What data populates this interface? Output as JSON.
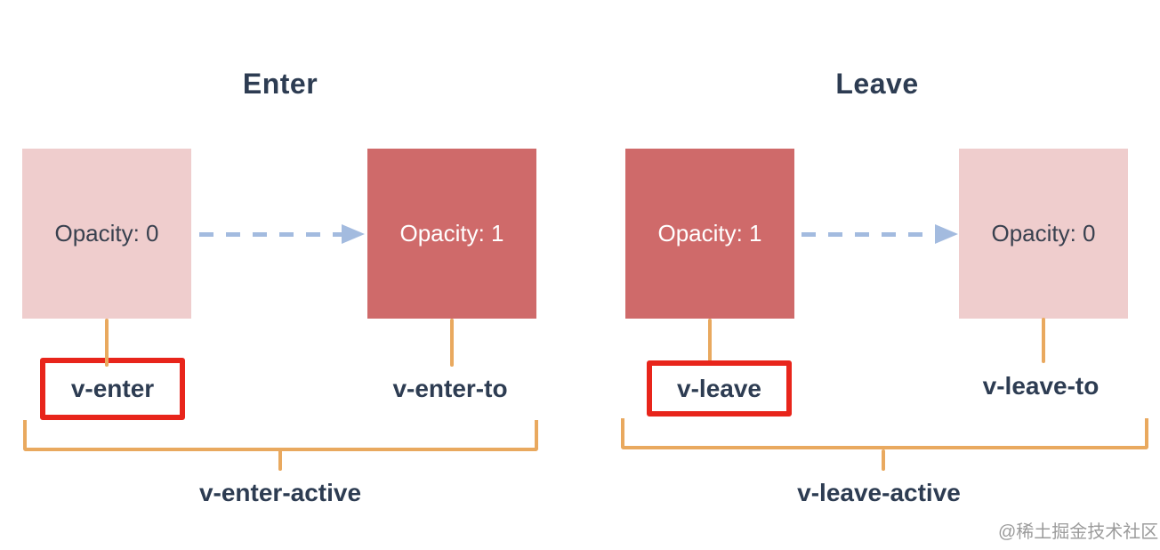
{
  "page": {
    "watermark": "@稀土掘金技术社区"
  },
  "colors": {
    "box_faded_pink": "#efcdcd",
    "box_solid_red": "#cf6a6a",
    "connector_orange": "#e9a95f",
    "arrow_blue": "#a3bbdf",
    "highlight_outline_red": "#e8251b",
    "text_dark_navy": "#2d3c52",
    "watermark_gray": "#9b9b9b"
  },
  "enter": {
    "title": "Enter",
    "start_box_label": "Opacity: 0",
    "end_box_label": "Opacity: 1",
    "start_class_label": "v-enter",
    "end_class_label": "v-enter-to",
    "active_class_label": "v-enter-active"
  },
  "leave": {
    "title": "Leave",
    "start_box_label": "Opacity: 1",
    "end_box_label": "Opacity: 0",
    "start_class_label": "v-leave",
    "end_class_label": "v-leave-to",
    "active_class_label": "v-leave-active"
  }
}
